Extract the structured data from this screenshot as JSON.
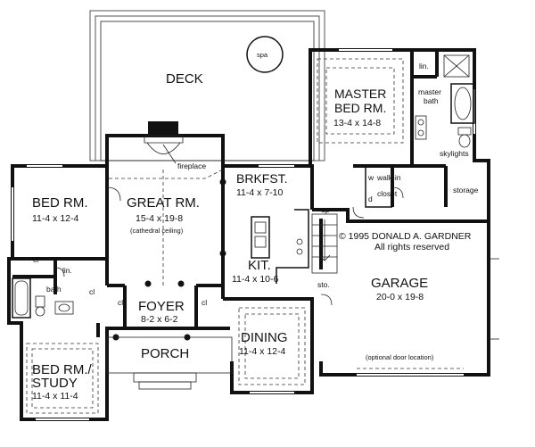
{
  "rooms": {
    "deck": {
      "name": "DECK"
    },
    "spa": {
      "name": "spa"
    },
    "master": {
      "name1": "MASTER",
      "name2": "BED RM.",
      "dims": "13-4 x 14-8"
    },
    "master_bath": {
      "name1": "master",
      "name2": "bath"
    },
    "skylights": {
      "name": "skylights"
    },
    "lin_master": {
      "name": "lin."
    },
    "walkin": {
      "name1": "walk-in",
      "name2": "closet"
    },
    "storage": {
      "name": "storage"
    },
    "great": {
      "name": "GREAT RM.",
      "dims": "15-4 x 19-8",
      "note": "(cathedral ceiling)"
    },
    "fireplace": {
      "name": "fireplace"
    },
    "bed": {
      "name": "BED RM.",
      "dims": "11-4 x 12-4"
    },
    "brkfst": {
      "name": "BRKFST.",
      "dims": "11-4 x 7-10"
    },
    "kit": {
      "name": "KIT.",
      "dims": "11-4 x 10-6"
    },
    "garage": {
      "name": "GARAGE",
      "dims": "20-0 x 19-8",
      "note": "(optional door location)"
    },
    "copyright": {
      "line1": "© 1995 DONALD A. GARDNER",
      "line2": "All rights reserved"
    },
    "foyer": {
      "name": "FOYER",
      "dims": "8-2 x 6-2"
    },
    "porch": {
      "name": "PORCH"
    },
    "dining": {
      "name": "DINING",
      "dims": "11-4 x 12-4"
    },
    "study": {
      "name1": "BED RM./",
      "name2": "STUDY",
      "dims": "11-4 x 11-4"
    },
    "bath": {
      "name": "bath"
    },
    "lin_bath": {
      "name": "lin."
    },
    "cl_a": {
      "name": "cl"
    },
    "cl_b": {
      "name": "cl"
    },
    "cl_c": {
      "name": "cl"
    },
    "cl_d": {
      "name": "cl"
    },
    "w": {
      "name": "w"
    },
    "d": {
      "name": "d"
    },
    "up": {
      "name": "up"
    },
    "sto": {
      "name": "sto."
    }
  }
}
